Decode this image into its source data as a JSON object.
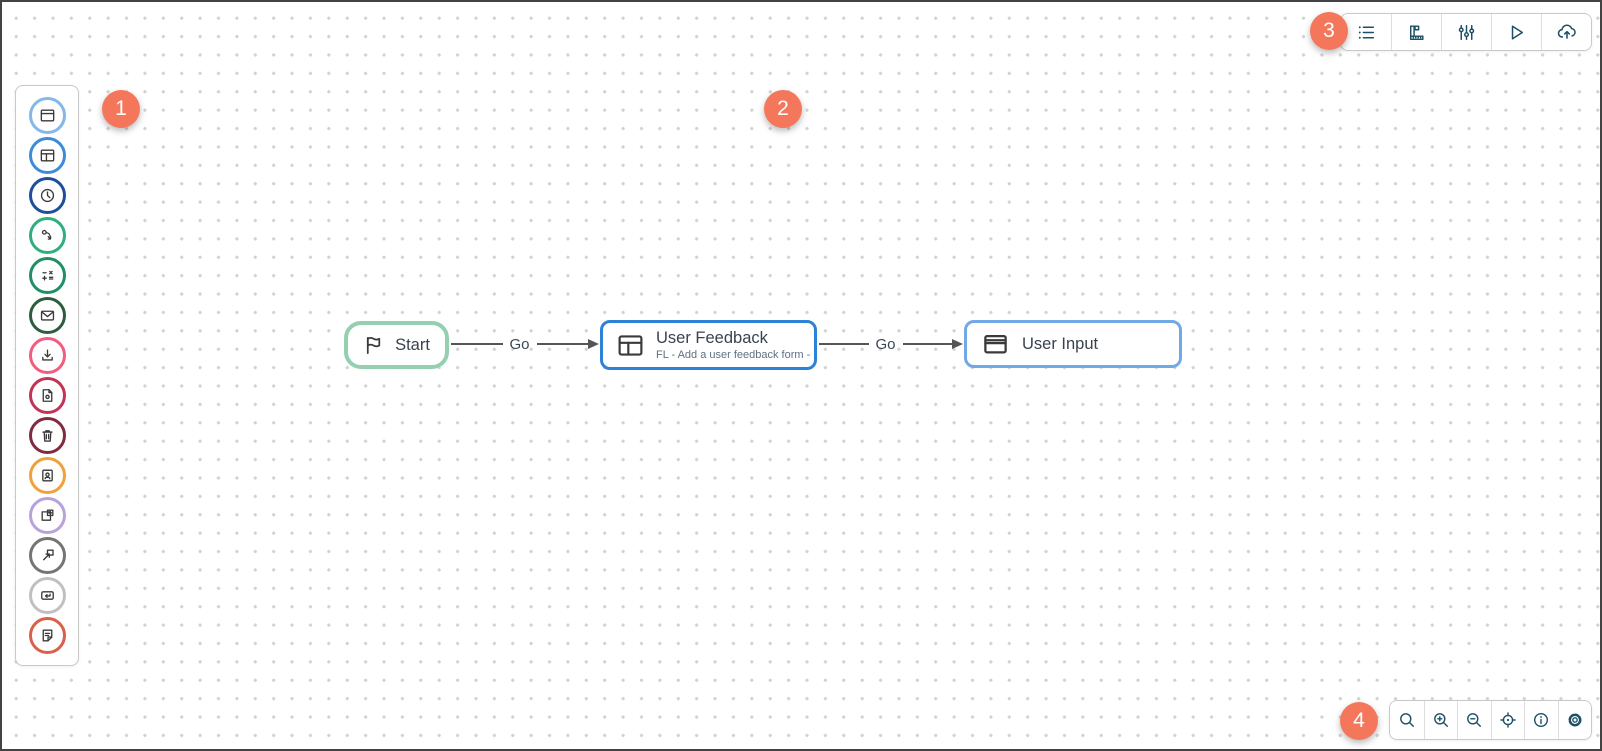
{
  "colors": {
    "badge": "#F4775C",
    "edge": "#555555",
    "toolbar_icon": "#1D4F66",
    "start_border": "#94CFAF",
    "feedback_border": "#2E82D6",
    "input_border": "#70A9E6"
  },
  "palette": {
    "items": [
      {
        "name": "window",
        "icon": "window-icon",
        "ring_color": "#85B7E8"
      },
      {
        "name": "form-layout",
        "icon": "layout-icon",
        "ring_color": "#3E8BD9"
      },
      {
        "name": "timer",
        "icon": "clock-icon",
        "ring_color": "#1F4E9B"
      },
      {
        "name": "route",
        "icon": "route-icon",
        "ring_color": "#2EAF7D"
      },
      {
        "name": "math",
        "icon": "math-icon",
        "ring_color": "#1F9065"
      },
      {
        "name": "email",
        "icon": "envelope-icon",
        "ring_color": "#2E5C3F"
      },
      {
        "name": "download",
        "icon": "download-icon",
        "ring_color": "#F25C7E"
      },
      {
        "name": "file",
        "icon": "file-icon",
        "ring_color": "#C23457"
      },
      {
        "name": "delete",
        "icon": "trash-icon",
        "ring_color": "#802B3F"
      },
      {
        "name": "contact-card",
        "icon": "id-card-icon",
        "ring_color": "#EFA23B"
      },
      {
        "name": "frame-add",
        "icon": "frames-icon",
        "ring_color": "#B7A2DC"
      },
      {
        "name": "open-external",
        "icon": "external-window-icon",
        "ring_color": "#757575"
      },
      {
        "name": "enter-key",
        "icon": "enter-key-icon",
        "ring_color": "#C0C0C0"
      },
      {
        "name": "note",
        "icon": "note-icon",
        "ring_color": "#D9604B"
      }
    ]
  },
  "canvas": {
    "nodes": [
      {
        "title": "Start",
        "icon": "flag-icon"
      },
      {
        "title": "User Feedback",
        "subtitle": "FL - Add a user feedback form -",
        "icon": "layout-icon"
      },
      {
        "title": "User Input",
        "icon": "window-header-icon"
      }
    ],
    "edges": [
      {
        "from": "Start",
        "to": "User Feedback",
        "label": "Go"
      },
      {
        "from": "User Feedback",
        "to": "User Input",
        "label": "Go"
      }
    ]
  },
  "top_toolbar": {
    "buttons": [
      {
        "name": "list",
        "icon": "list-icon"
      },
      {
        "name": "ruler",
        "icon": "ruler-icon"
      },
      {
        "name": "sliders",
        "icon": "sliders-icon"
      },
      {
        "name": "run",
        "icon": "play-icon"
      },
      {
        "name": "upload",
        "icon": "cloud-upload-icon"
      }
    ]
  },
  "bottom_toolbar": {
    "buttons": [
      {
        "name": "search",
        "icon": "search-icon"
      },
      {
        "name": "zoom-in",
        "icon": "zoom-in-icon"
      },
      {
        "name": "zoom-out",
        "icon": "zoom-out-icon"
      },
      {
        "name": "center",
        "icon": "target-icon"
      },
      {
        "name": "info",
        "icon": "info-icon"
      },
      {
        "name": "settings",
        "icon": "gear-icon"
      }
    ]
  },
  "annotations": [
    {
      "label": "1"
    },
    {
      "label": "2"
    },
    {
      "label": "3"
    },
    {
      "label": "4"
    }
  ]
}
